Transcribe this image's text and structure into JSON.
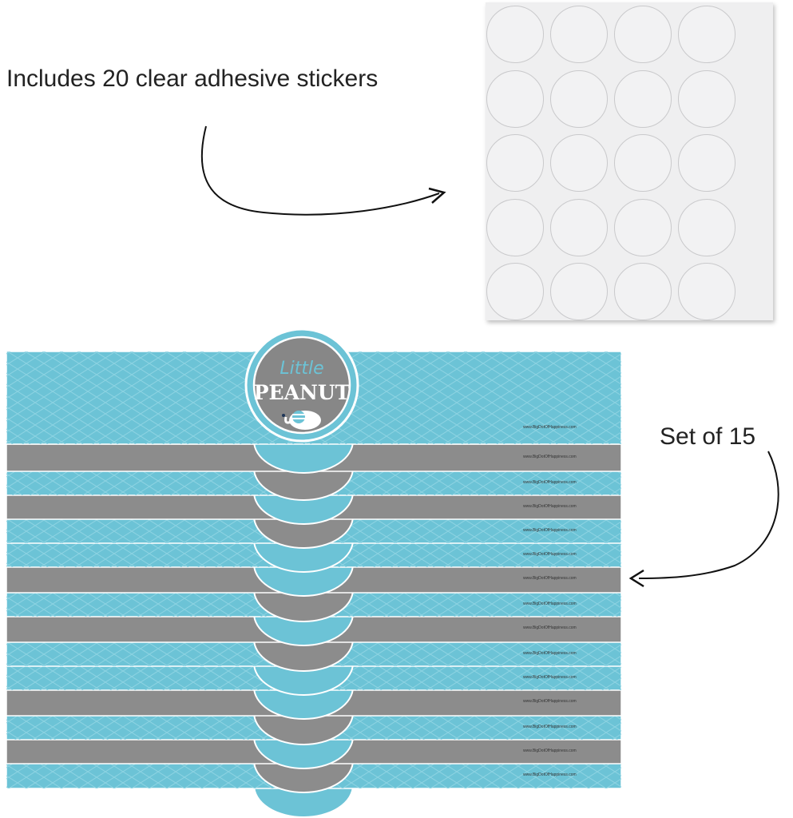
{
  "captions": {
    "stickers": "Includes 20 clear adhesive stickers",
    "set": "Set of 15"
  },
  "sticker_sheet": {
    "rows": 5,
    "columns": 4,
    "count": 20
  },
  "wrapper": {
    "logo_top": "Little",
    "logo_bottom": "PEANUT",
    "url": "www.BigDotOfHappiness.com",
    "strip_colors": [
      "blue",
      "gray",
      "blue",
      "gray",
      "blue",
      "blue",
      "gray",
      "blue",
      "gray",
      "blue",
      "blue",
      "gray",
      "blue",
      "gray",
      "blue"
    ]
  },
  "colors": {
    "blue": "#6cc3d6",
    "gray": "#8c8c8c",
    "logo_gray": "#878787",
    "text": "#222222"
  }
}
